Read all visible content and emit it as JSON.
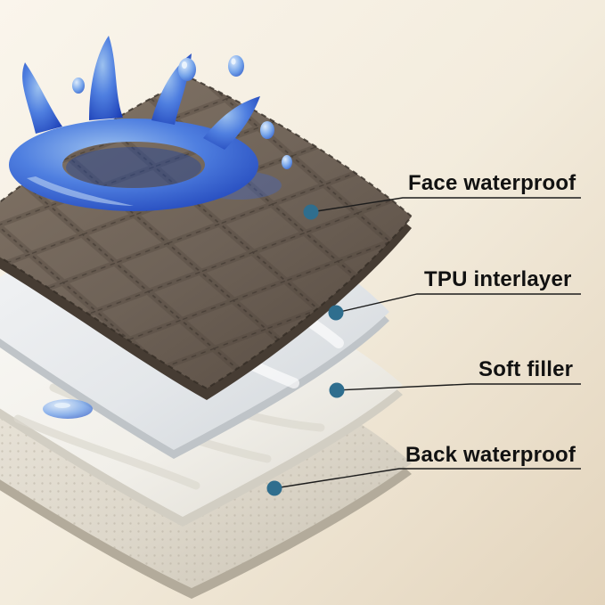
{
  "figure": {
    "type": "layered-material-diagram",
    "callouts": [
      {
        "label": "Face waterproof"
      },
      {
        "label": "TPU interlayer"
      },
      {
        "label": "Soft filler"
      },
      {
        "label": "Back waterproof"
      }
    ],
    "layers": [
      {
        "name": "face-waterproof-layer",
        "color": "#6e6257"
      },
      {
        "name": "tpu-interlayer",
        "color": "#e9ebec"
      },
      {
        "name": "soft-filler-layer",
        "color": "#f7f6f3"
      },
      {
        "name": "back-waterproof-layer",
        "color": "#ded8cd"
      }
    ],
    "colors": {
      "background_top": "#faf5ec",
      "background_bottom": "#e3d4bc",
      "callout_dot": "#2f6e8e",
      "leader_line": "#1c1c1c",
      "text": "#111111",
      "water": "#2f62d8"
    }
  }
}
